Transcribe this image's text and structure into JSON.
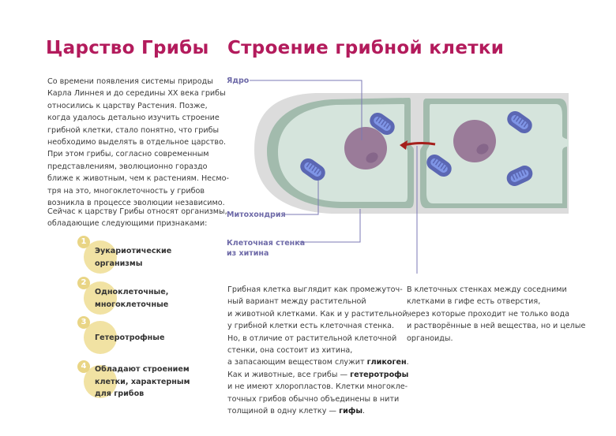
{
  "left": {
    "title": "Царство Грибы",
    "intro": [
      "Со времени появления системы природы",
      "Карла Линнея и до середины XX века грибы",
      "относились к царству Растения. Позже,",
      "когда удалось детально изучить строение",
      "грибной клетки, стало понятно, что грибы",
      "необходимо выделять в отдельное царство.",
      "При этом грибы, согласно современным",
      "представлениям, эволюционно гораздо",
      "ближе к животным, чем к растениям. Несмо-",
      "тря на это, многоклеточность у грибов",
      "возникла в процессе эволюции независимо."
    ],
    "lead": [
      "Сейчас к царству Грибы относят организмы,",
      "обладающие следующими признаками:"
    ],
    "features": [
      {
        "num": "1",
        "lines": [
          "Эукариотические",
          "организмы"
        ]
      },
      {
        "num": "2",
        "lines": [
          "Одноклеточные,",
          "многоклеточные"
        ]
      },
      {
        "num": "3",
        "lines": [
          "Гетеротрофные"
        ]
      },
      {
        "num": "4",
        "lines": [
          "Обладают строением",
          "клетки, характерным",
          "для грибов"
        ]
      }
    ]
  },
  "right": {
    "title": "Строение грибной клетки",
    "labels": {
      "nucleus": "Ядро",
      "mitochondria": "Митохондрия",
      "wall1": "Клеточная стенка",
      "wall2": "из хитина"
    },
    "para1": {
      "l1": "Грибная клетка выглядит как промежуточ-",
      "l2": "ный вариант между растительной",
      "l3": "и животной клетками. Как и у растительной,",
      "l4": "у грибной клетки есть клеточная стенка.",
      "l5": "Но, в отличие от растительной клеточной",
      "l6": "стенки, она состоит из хитина,",
      "l7a": "а запасающим веществом служит ",
      "l7b": "гликоген",
      "l7c": ".",
      "l8a": "Как и животные, все грибы — ",
      "l8b": "гетеротрофы",
      "l9": "и не имеют хлоропластов. Клетки многокле-",
      "l10": "точных грибов обычно объединены в нити",
      "l11a": "толщиной в одну клетку — ",
      "l11b": "гифы",
      "l11c": "."
    },
    "para2": [
      "В клеточных стенках между соседними",
      "клетками в гифе есть отверстия,",
      "через которые проходит не только вода",
      "и растворённые в ней вещества, но и целые",
      "органоиды."
    ]
  },
  "colors": {
    "title": "#b31b5c",
    "label": "#6e6aa8",
    "arrow": "#a51f1b",
    "nucleus": "#9a7b99",
    "mito": "#5b67b3",
    "cytoplasm": "#d5e4dc",
    "membrane": "#a2bbad",
    "wall": "#dcdcdc"
  }
}
